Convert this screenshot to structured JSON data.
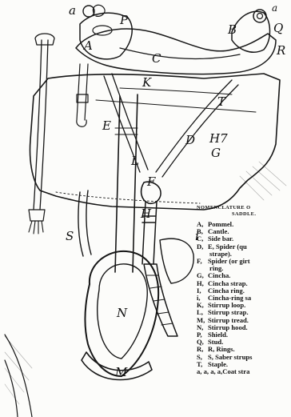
{
  "figure_labels": [
    {
      "id": "a",
      "text": "a"
    },
    {
      "id": "P",
      "text": "P"
    },
    {
      "id": "A",
      "text": "A"
    },
    {
      "id": "B",
      "text": "B"
    },
    {
      "id": "a2",
      "text": "a"
    },
    {
      "id": "Q",
      "text": "Q"
    },
    {
      "id": "R",
      "text": "R"
    },
    {
      "id": "C",
      "text": "C"
    },
    {
      "id": "K",
      "text": "K"
    },
    {
      "id": "E",
      "text": "E"
    },
    {
      "id": "T",
      "text": "T"
    },
    {
      "id": "D",
      "text": "D"
    },
    {
      "id": "H7",
      "text": "H7"
    },
    {
      "id": "G",
      "text": "G"
    },
    {
      "id": "L",
      "text": "L"
    },
    {
      "id": "F",
      "text": "F"
    },
    {
      "id": "H",
      "text": "H"
    },
    {
      "id": "S",
      "text": "S"
    },
    {
      "id": "i",
      "text": "i"
    },
    {
      "id": "N",
      "text": "N"
    },
    {
      "id": "M",
      "text": "M"
    }
  ],
  "legend": {
    "heading_line1": "NOMENCLATURE O",
    "heading_line2": "SADDLE.",
    "items": [
      {
        "key": "A,",
        "text": "Pommel."
      },
      {
        "key": "B,",
        "text": "Cantle."
      },
      {
        "key": "C,",
        "text": "Side bar."
      },
      {
        "key": "D,",
        "text": "E,  Spider  (qu"
      },
      {
        "key": "",
        "text": "strape)."
      },
      {
        "key": "F,",
        "text": "Spider (or girt"
      },
      {
        "key": "",
        "text": "ring."
      },
      {
        "key": "G,",
        "text": "Cincha."
      },
      {
        "key": "H,",
        "text": "Cincha strap."
      },
      {
        "key": "I,",
        "text": "Cincha ring."
      },
      {
        "key": "i,",
        "text": "Cincha-ring sa"
      },
      {
        "key": "K,",
        "text": "Stirrup loop."
      },
      {
        "key": "L,",
        "text": "Stirrup strap."
      },
      {
        "key": "M,",
        "text": "Stirrup tread."
      },
      {
        "key": "N,",
        "text": "Stirrup hood."
      },
      {
        "key": "P,",
        "text": "Shield."
      },
      {
        "key": "Q,",
        "text": "Stud."
      },
      {
        "key": "R,",
        "text": "R, Rings."
      },
      {
        "key": "S,",
        "text": "S, Saber strups"
      },
      {
        "key": "T,",
        "text": "Staple."
      },
      {
        "key": "a, a, a, a,",
        "text": "Coat stra"
      }
    ]
  }
}
